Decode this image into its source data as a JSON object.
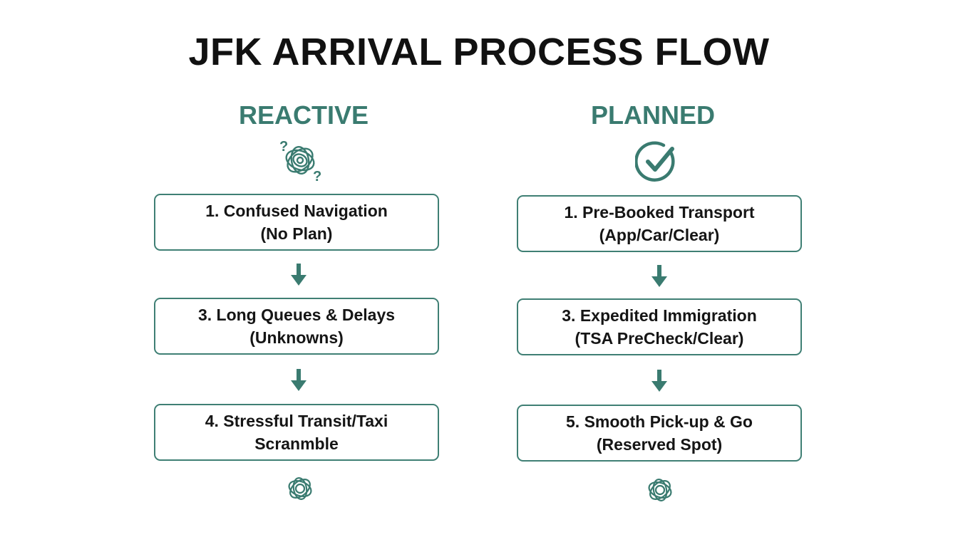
{
  "title": "JFK ARRIVAL PROCESS FLOW",
  "colors": {
    "accent": "#3a7b70",
    "border": "#3f7f74",
    "text": "#151515"
  },
  "columns": [
    {
      "heading": "REACTIVE",
      "header_icon": "confused-question-icon",
      "footer_icon": "tangle-icon",
      "steps": [
        {
          "line1": "1. Confused Navigation",
          "line2": "(No Plan)"
        },
        {
          "line1": "3. Long Queues & Delays",
          "line2": "(Unknowns)"
        },
        {
          "line1": "4. Stressful Transit/Taxi",
          "line2": "Scranmble"
        }
      ]
    },
    {
      "heading": "PLANNED",
      "header_icon": "check-circle-icon",
      "footer_icon": "tangle-icon",
      "steps": [
        {
          "line1": "1. Pre-Booked Transport",
          "line2": "(App/Car/Clear)"
        },
        {
          "line1": "3. Expedited Immigration",
          "line2": "(TSA PreCheck/Clear)"
        },
        {
          "line1": "5. Smooth Pick-up & Go",
          "line2": "(Reserved Spot)"
        }
      ]
    }
  ]
}
